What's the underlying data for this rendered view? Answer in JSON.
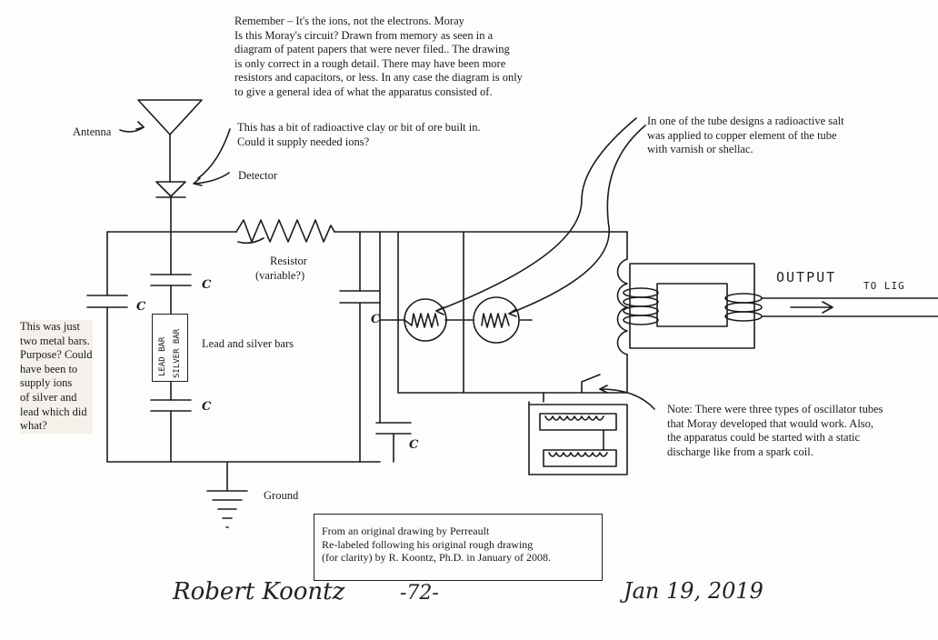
{
  "notes": {
    "top_remember": "Remember – It's the ions, not the electrons.  Moray\nIs this Moray's circuit? Drawn from memory as seen in a\ndiagram of patent papers that were never filed.. The drawing\nis only correct in  a rough detail. There may have been more\nresistors and capacitors, or less. In any case the diagram is only\nto give a general idea of what the apparatus consisted of.",
    "radioactive_clay": "This has a bit of radioactive clay or bit of ore built in.\nCould it supply needed ions?",
    "tube_salt": "In one of the tube designs a radioactive salt\nwas applied to copper element of the tube\nwith varnish or shellac.",
    "metal_bars": "This was just\ntwo metal bars.\nPurpose? Could\nhave been to\nsupply ions\nof silver and\nlead which did\nwhat?",
    "oscillator": "Note: There were three types of oscillator tubes\nthat Moray developed that would work. Also,\nthe apparatus could be started with a static\ndischarge like from a spark coil."
  },
  "labels": {
    "antenna": "Antenna",
    "detector": "Detector",
    "resistor_line1": "Resistor",
    "resistor_line2": "(variable?)",
    "lead_silver": "Lead and silver bars",
    "ground": "Ground",
    "cap": "C",
    "bar_text_1": "LEAD BAR",
    "bar_text_2": "SILVER BAR",
    "output": "OUTPUT",
    "to_lig": "TO LIG"
  },
  "credit": {
    "line1": "From an original drawing by Perreault",
    "line2": "Re-labeled following his original rough drawing",
    "line3": "(for clarity) by R.  Koontz, Ph.D. in January of  2008."
  },
  "handwriting": {
    "signature": "Robert Koontz",
    "page_number": "-72-",
    "date": "Jan 19, 2019"
  }
}
